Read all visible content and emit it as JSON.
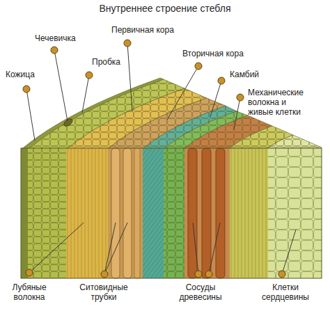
{
  "diagram": {
    "title": "Внутреннее строение стебля",
    "labels": [
      "Чечевичка",
      "Первичная кора",
      "Пробка",
      "Вторичная кора",
      "Кожица",
      "Камбий",
      "Механические волокна и живые клетки",
      "Лубяные волокна",
      "Ситовидные трубки",
      "Сосуды древесины",
      "Клетки сердцевины"
    ]
  }
}
